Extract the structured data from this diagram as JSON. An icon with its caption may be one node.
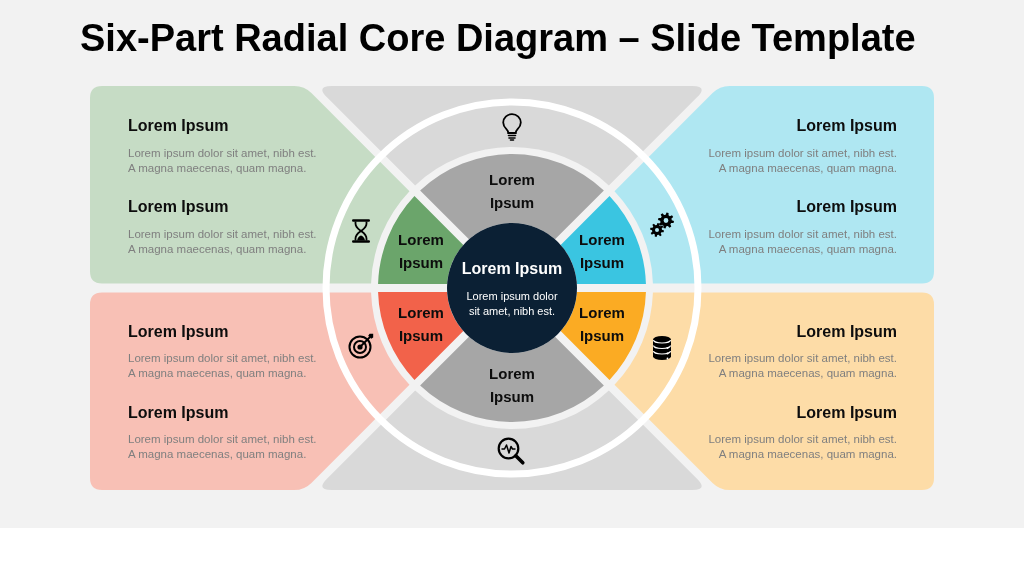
{
  "diagram": {
    "title": "Six-Part Radial Core Diagram – Slide Template",
    "nodes": [
      {
        "text": [
          "Lorem Ipsum",
          "Lorem ipsum dolor sit amet, nibh est. A magna maecenas, quam magna.",
          "Lorem Ipsum",
          "Lorem ipsum dolor sit amet, nibh est. A magna maecenas, quam magna."
        ]
      },
      {
        "text": [],
        "shape": "trapezoid"
      },
      {
        "text": [
          "Lorem Ipsum",
          "Lorem ipsum dolor sit amet, nibh est. A magna maecenas, quam magna.",
          "Lorem Ipsum",
          "Lorem ipsum dolor sit amet, nibh est. A magna maecenas, quam magna."
        ]
      },
      {
        "text": [
          "Lorem Ipsum",
          "Lorem ipsum dolor sit amet, nibh est. A magna maecenas, quam magna.",
          "Lorem Ipsum",
          "Lorem ipsum dolor sit amet, nibh est. A magna maecenas, quam magna."
        ]
      },
      {
        "text": [],
        "shape": "trapezoid"
      },
      {
        "text": [
          "Lorem Ipsum",
          "Lorem ipsum dolor sit amet, nibh est. A magna maecenas, quam magna.",
          "Lorem Ipsum",
          "Lorem ipsum dolor sit amet, nibh est. A magna maecenas, quam magna."
        ]
      },
      {
        "text": [
          "Lorem Ipsum"
        ]
      },
      {
        "text": [
          "Lorem Ipsum"
        ]
      },
      {
        "text": [
          "Lorem Ipsum"
        ]
      },
      {
        "text": [
          "Lorem Ipsum"
        ]
      },
      {
        "text": [
          "Lorem Ipsum"
        ]
      },
      {
        "text": [
          "Lorem Ipsum"
        ]
      },
      {
        "text": [
          "Lorem Ipsum",
          "Lorem ipsum dolor sit amet, nibh est."
        ]
      }
    ]
  }
}
